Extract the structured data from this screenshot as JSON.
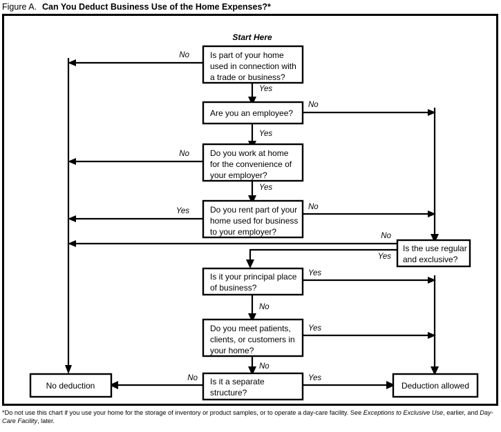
{
  "figure": {
    "label": "Figure A.",
    "heading": "Can You Deduct Business Use of the Home Expenses?*"
  },
  "start_label": "Start Here",
  "nodes": {
    "q1": "Is part of your home used in connection with a trade or business?",
    "q1_lines": [
      "Is part of your home",
      "used in connection with",
      "a trade or business?"
    ],
    "q2_lines": [
      "Are you an employee?"
    ],
    "q3_lines": [
      "Do you work at home",
      "for the convenience of",
      "your employer?"
    ],
    "q4_lines": [
      "Do you rent part of your",
      "home used for business",
      "to your employer?"
    ],
    "q5_lines": [
      "Is the use regular",
      "and exclusive?"
    ],
    "q6_lines": [
      "Is it your principal place",
      "of business?"
    ],
    "q7_lines": [
      "Do you meet patients,",
      "clients, or customers in",
      "your home?"
    ],
    "q8_lines": [
      "Is it a separate",
      "structure?"
    ],
    "no_deduction": "No deduction",
    "deduction_allowed": "Deduction allowed"
  },
  "edge_labels": {
    "q1_no": "No",
    "q1_yes": "Yes",
    "q2_no": "No",
    "q2_yes": "Yes",
    "q3_no": "No",
    "q3_yes": "Yes",
    "q4_yes": "Yes",
    "q4_no": "No",
    "q5_no": "No",
    "q5_yes": "Yes",
    "q6_yes": "Yes",
    "q6_no": "No",
    "q7_yes": "Yes",
    "q7_no": "No",
    "q8_no": "No",
    "q8_yes": "Yes"
  },
  "footnote": {
    "part1": "*Do not use this chart if you use your home for the storage of inventory or product samples, or to operate a day-care facility. See ",
    "italic1": "Exceptions to Exclusive Use",
    "part2": ", earlier, and ",
    "italic2": "Day-Care Facility",
    "part3": ", later."
  },
  "colors": {
    "ink": "#000000",
    "paper": "#ffffff"
  }
}
